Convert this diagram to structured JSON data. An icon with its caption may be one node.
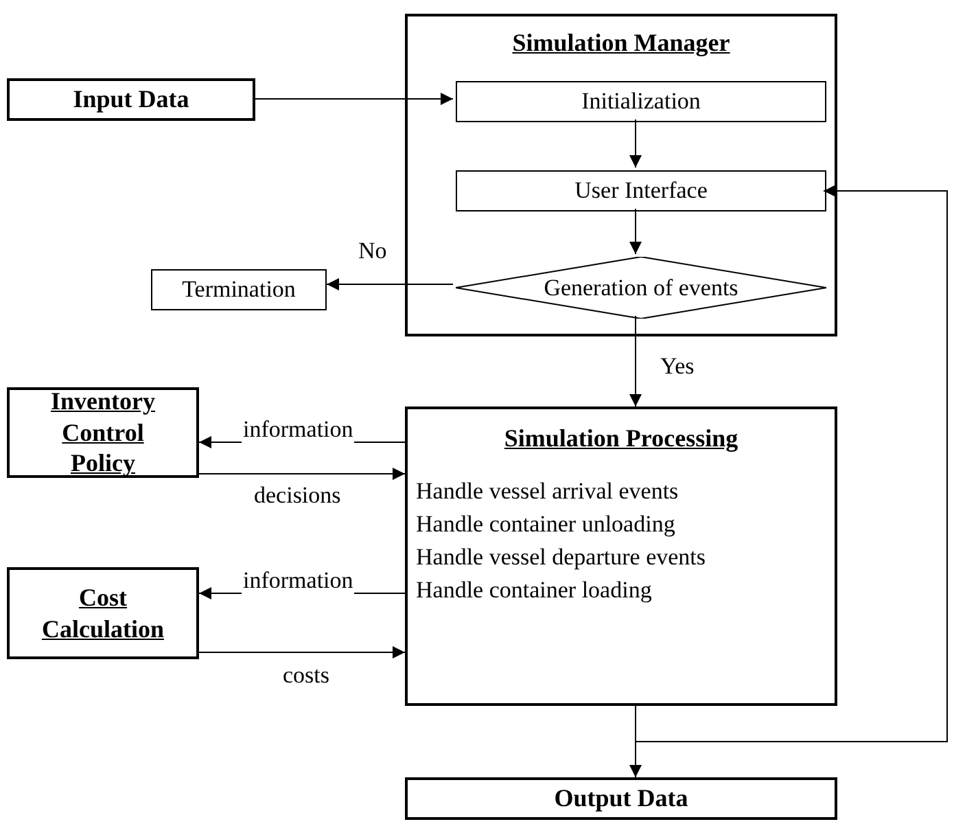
{
  "diagram": {
    "nodes": [
      {
        "text": [
          "Simulation Manager"
        ]
      },
      {
        "text": [
          "Input Data"
        ]
      },
      {
        "text": [
          "Initialization"
        ],
        "in": 0
      },
      {
        "text": [
          "User Interface"
        ],
        "in": 0
      },
      {
        "text": [
          "Generation of events"
        ],
        "in": 0
      },
      {
        "text": [
          "Termination"
        ]
      },
      {
        "text": [
          "Inventory Control Policy"
        ]
      },
      {
        "text": [
          "Simulation Processing",
          "Handle vessel arrival events",
          "Handle container unloading",
          "Handle vessel departure events",
          "Handle container loading"
        ]
      },
      {
        "text": [
          "Cost Calculation"
        ]
      },
      {
        "text": [
          "Output Data"
        ]
      }
    ],
    "edges": [
      {
        "from": 1,
        "to": 2,
        "arrow": "to"
      },
      {
        "from": 2,
        "to": 3,
        "arrow": "to"
      },
      {
        "from": 3,
        "to": 4,
        "arrow": "to"
      },
      {
        "from": 4,
        "to": 5,
        "arrow": "to",
        "label": "No"
      },
      {
        "from": 4,
        "to": 7,
        "arrow": "to",
        "label": "Yes"
      },
      {
        "from": 7,
        "to": 6,
        "arrow": "to",
        "label": "information"
      },
      {
        "from": 6,
        "to": 7,
        "arrow": "to",
        "label": "decisions"
      },
      {
        "from": 7,
        "to": 8,
        "arrow": "to",
        "label": "information"
      },
      {
        "from": 8,
        "to": 7,
        "arrow": "to",
        "label": "costs"
      },
      {
        "from": 7,
        "to": 9,
        "arrow": "to"
      },
      {
        "from": 7,
        "to": 3,
        "arrow": "to"
      }
    ]
  }
}
